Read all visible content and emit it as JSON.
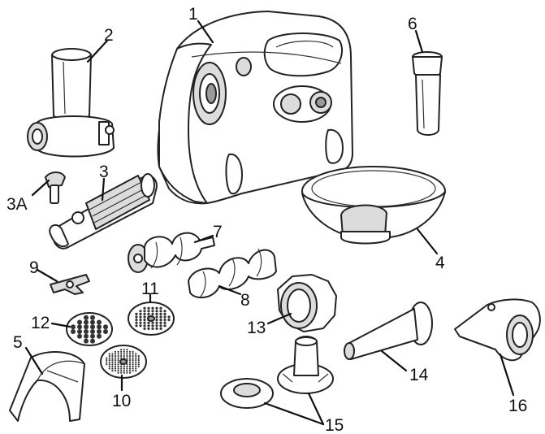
{
  "labels": {
    "p1": "1",
    "p2": "2",
    "p3": "3",
    "p3a": "3A",
    "p4": "4",
    "p5": "5",
    "p6": "6",
    "p7": "7",
    "p8": "8",
    "p9": "9",
    "p10": "10",
    "p11": "11",
    "p12": "12",
    "p13": "13",
    "p14": "14",
    "p15": "15",
    "p16": "16"
  },
  "colors": {
    "line": "#111111",
    "fill": "#ffffff",
    "shade": "#dcdcdc"
  }
}
